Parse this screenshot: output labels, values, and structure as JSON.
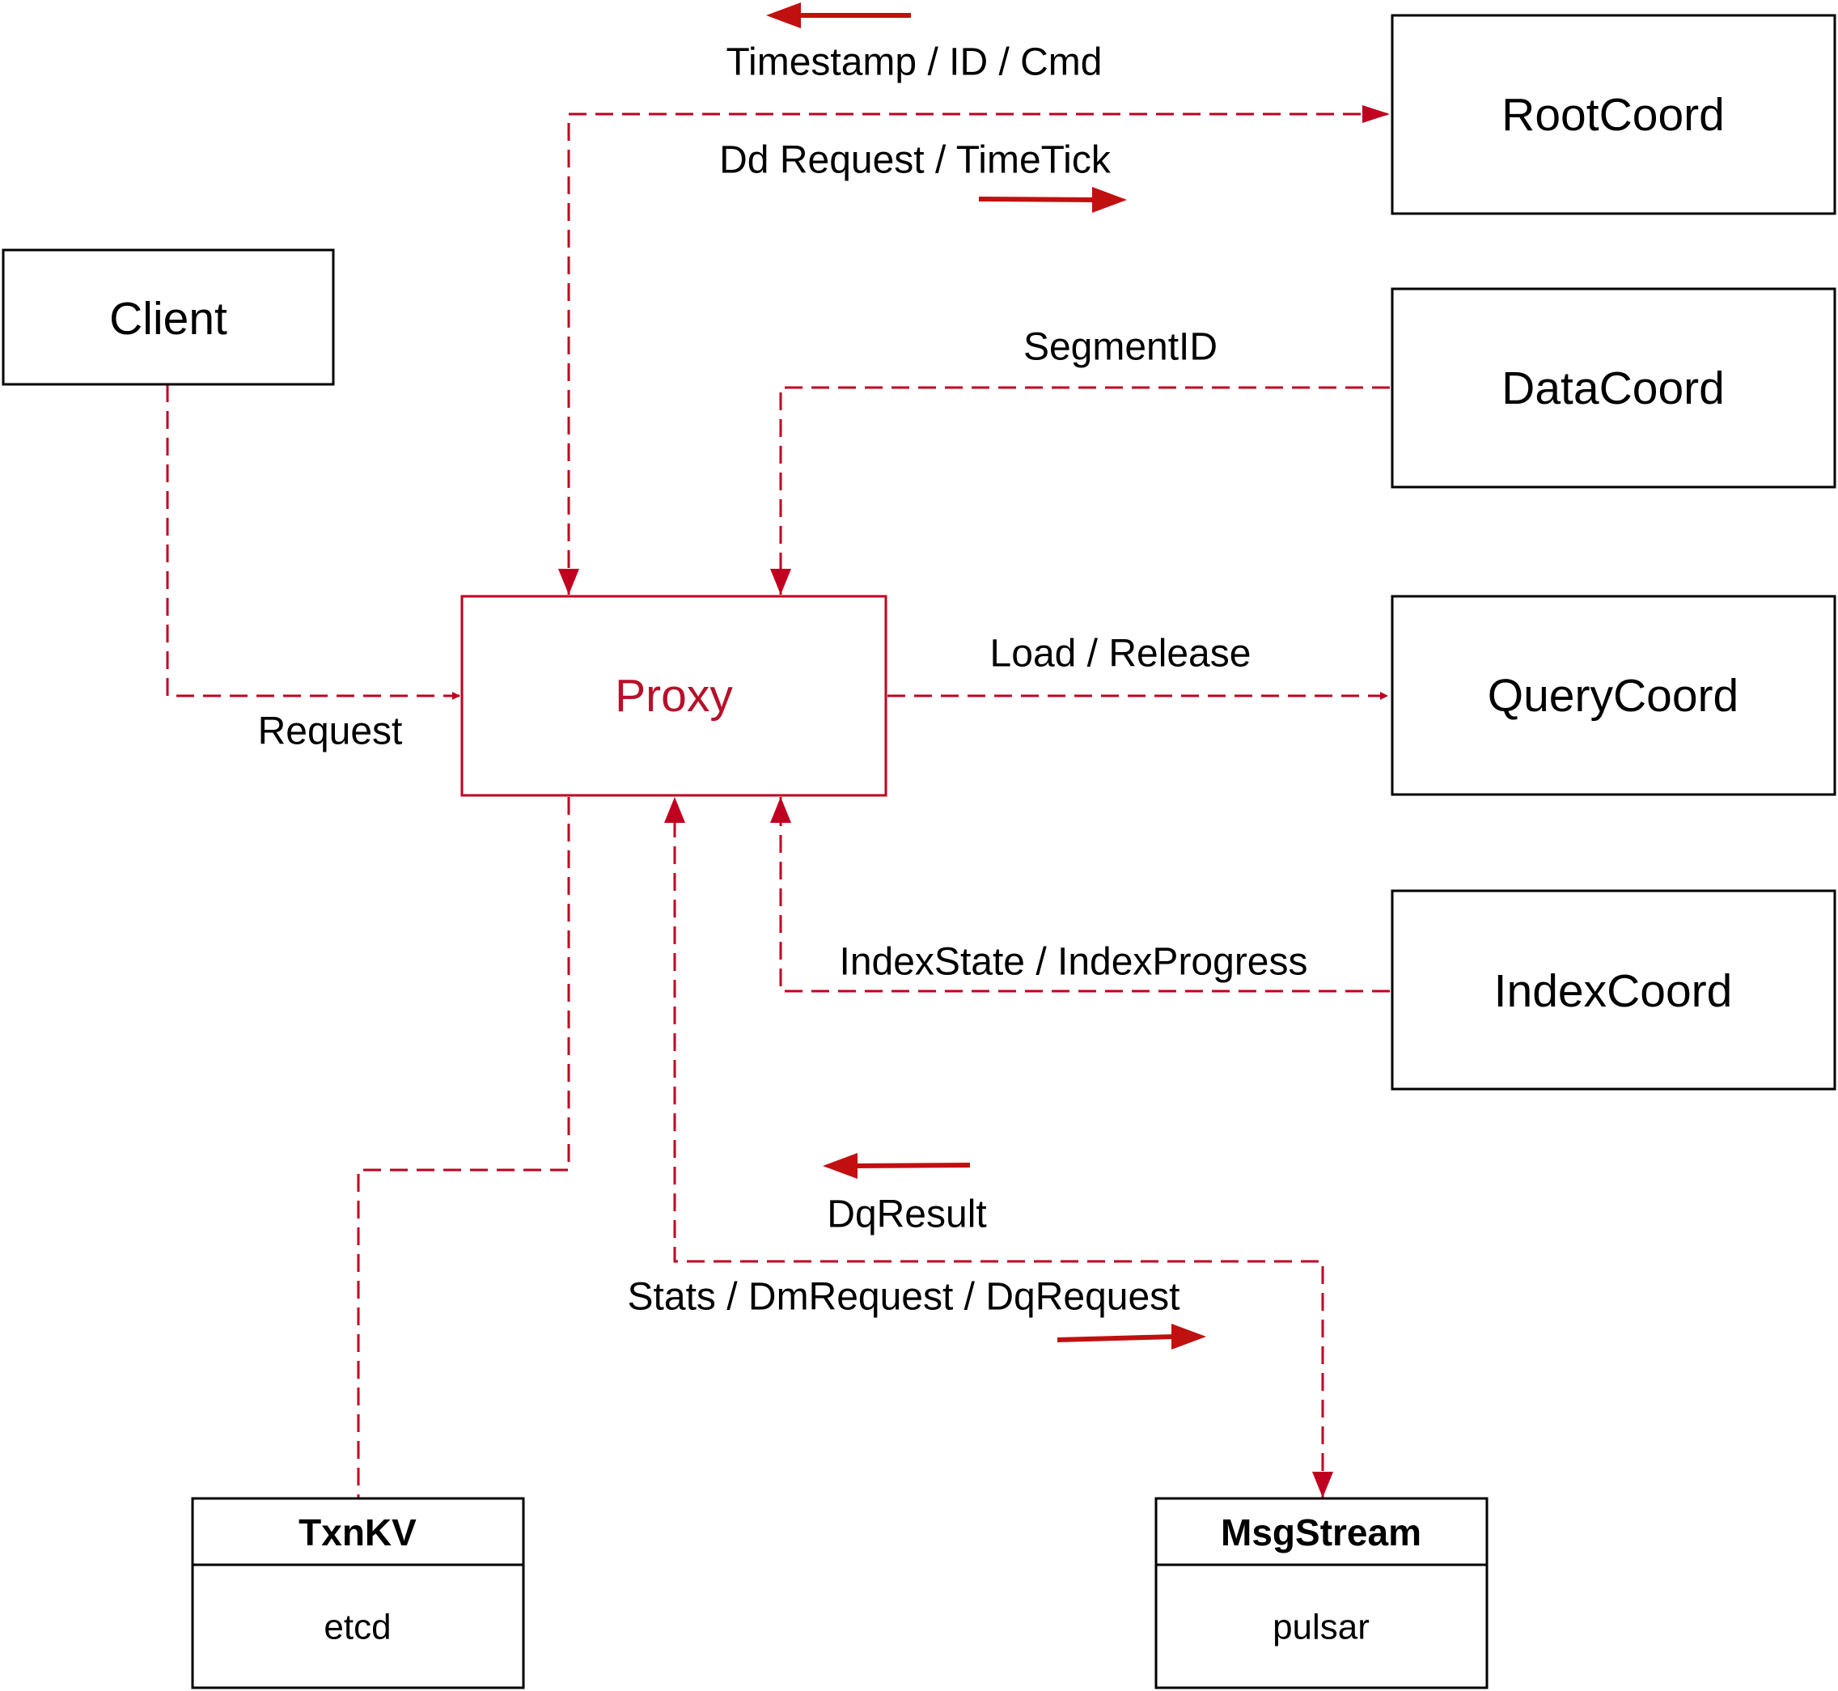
{
  "colors": {
    "accent": "#c00020",
    "arrow": "#c01010",
    "line": "#000000"
  },
  "nodes": {
    "client": "Client",
    "proxy": "Proxy",
    "root_coord": "RootCoord",
    "data_coord": "DataCoord",
    "query_coord": "QueryCoord",
    "index_coord": "IndexCoord",
    "txnkv": {
      "title": "TxnKV",
      "subtitle": "etcd"
    },
    "msgstream": {
      "title": "MsgStream",
      "subtitle": "pulsar"
    }
  },
  "edges": {
    "request": "Request",
    "timestamp": "Timestamp / ID / Cmd",
    "dd_request": "Dd Request / TimeTick",
    "segment_id": "SegmentID",
    "load_release": "Load / Release",
    "index_state": "IndexState / IndexProgress",
    "dq_result": "DqResult",
    "stats": "Stats / DmRequest / DqRequest"
  }
}
